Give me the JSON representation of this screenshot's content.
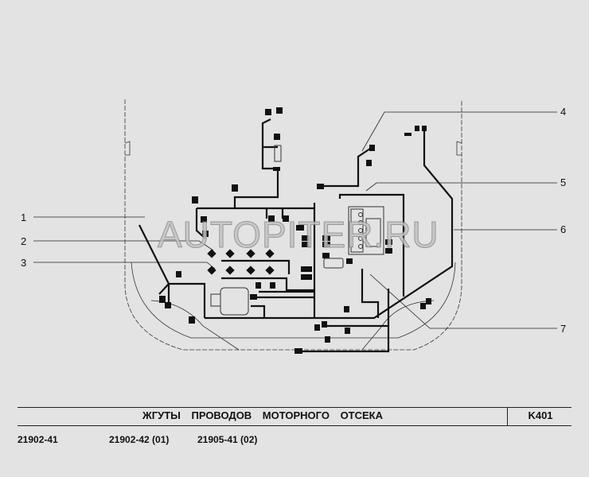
{
  "diagram": {
    "callouts": [
      "1",
      "2",
      "3",
      "4",
      "5",
      "6",
      "7"
    ],
    "watermark": "AUTOPITER.RU"
  },
  "title_block": {
    "title": "ЖГУТЫ ПРОВОДОВ МОТОРНОГО ОТСЕКА",
    "sheet_code": "K401"
  },
  "part_numbers": [
    "21902-41",
    "21902-42 (01)",
    "21905-41 (02)"
  ],
  "colors": {
    "background": "#e3e3e3",
    "ink": "#111111"
  }
}
